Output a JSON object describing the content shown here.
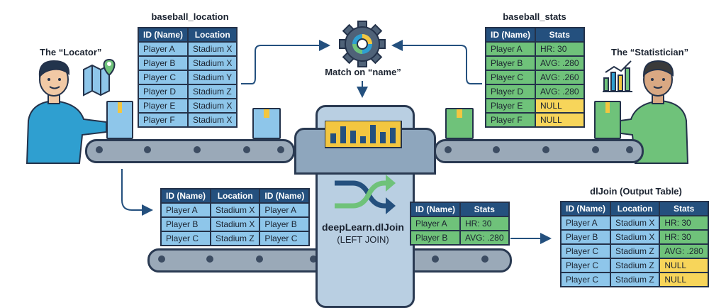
{
  "locator": {
    "label": "The “Locator”",
    "table_title": "baseball_location",
    "headers": [
      "ID (Name)",
      "Location"
    ],
    "rows": [
      [
        "Player A",
        "Stadium X"
      ],
      [
        "Player B",
        "Stadium X"
      ],
      [
        "Player C",
        "Stadium Y"
      ],
      [
        "Player D",
        "Stadium Z"
      ],
      [
        "Player E",
        "Stadium X"
      ],
      [
        "Player F",
        "Stadium X"
      ]
    ]
  },
  "statistician": {
    "label": "The “Statistician”",
    "table_title": "baseball_stats",
    "headers": [
      "ID (Name)",
      "Stats"
    ],
    "rows": [
      [
        "Player A",
        "HR: 30"
      ],
      [
        "Player B",
        "AVG: .280"
      ],
      [
        "Player C",
        "AVG: .260"
      ],
      [
        "Player D",
        "AVG: .280"
      ],
      [
        "Player E",
        "NULL"
      ],
      [
        "Player F",
        "NULL"
      ]
    ]
  },
  "match_label": "Match on “name”",
  "machine": {
    "name": "deepLearn.dlJoin",
    "mode": "(LEFT JOIN)"
  },
  "belt_left": {
    "headers": [
      "ID (Name)",
      "Location",
      "ID (Name)"
    ],
    "rows": [
      [
        "Player A",
        "Stadium X",
        "Player A"
      ],
      [
        "Player B",
        "Stadium X",
        "Player B"
      ],
      [
        "Player C",
        "Stadium Z",
        "Player C"
      ]
    ]
  },
  "belt_right": {
    "headers": [
      "ID (Name)",
      "Stats"
    ],
    "rows": [
      [
        "Player A",
        "HR: 30"
      ],
      [
        "Player B",
        "AVG: .280"
      ]
    ]
  },
  "output": {
    "title": "dlJoin (Output Table)",
    "headers": [
      "ID (Name)",
      "Location",
      "Stats"
    ],
    "rows": [
      [
        "Player A",
        "Stadium X",
        "HR: 30"
      ],
      [
        "Player B",
        "Stadium X",
        "HR: 30"
      ],
      [
        "Player C",
        "Stadium Z",
        "AVG: .280"
      ],
      [
        "Player C",
        "Stadium Z",
        "NULL"
      ],
      [
        "Player C",
        "Stadium Z",
        "NULL"
      ]
    ]
  },
  "colors": {
    "header": "#24507e",
    "blue_cell": "#8ec6ea",
    "green_cell": "#6fc27a",
    "null_cell": "#f7d55a",
    "outline": "#24324a"
  },
  "icons": [
    "gear-icon",
    "map-pin-icon",
    "bar-chart-icon",
    "shuffle-icon"
  ]
}
